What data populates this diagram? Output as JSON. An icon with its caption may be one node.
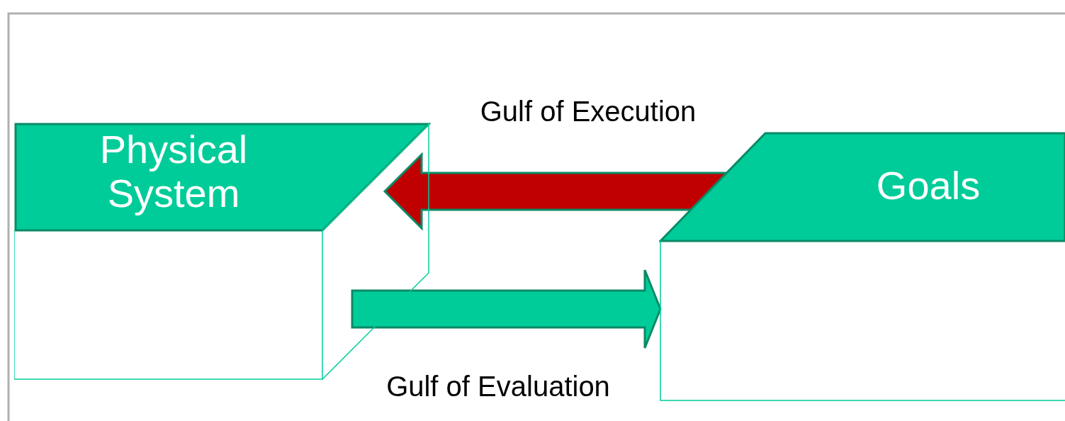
{
  "diagram": {
    "nodes": [
      {
        "text": [
          "Physical System"
        ]
      },
      {
        "text": [
          "Goals"
        ]
      }
    ],
    "edges": [
      {
        "from": 1,
        "to": 0,
        "arrow": "to",
        "label": "Gulf of Execution",
        "style": "thick",
        "color": "#c00000"
      },
      {
        "from": 0,
        "to": 1,
        "arrow": "to",
        "label": "Gulf of Evaluation",
        "style": "thick",
        "color": "#00cc99"
      }
    ]
  }
}
